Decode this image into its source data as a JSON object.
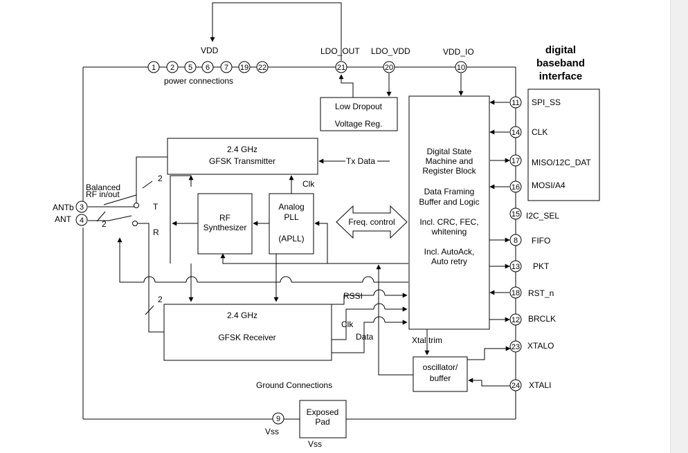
{
  "supply": {
    "vdd": "VDD",
    "ldo_out": "LDO_OUT",
    "ldo_vdd": "LDO_VDD",
    "vdd_io": "VDD_IO",
    "power_connections": "power connections",
    "vdd_pins": [
      "1",
      "2",
      "5",
      "6",
      "7",
      "19",
      "22"
    ],
    "ldo_out_pin": "21",
    "ldo_vdd_pin": "20",
    "vdd_io_pin": "10"
  },
  "ldo": {
    "line1": "Low Dropout",
    "line2": "Voltage Reg."
  },
  "transmitter": {
    "line1": "2.4 GHz",
    "line2": "GFSK Transmitter"
  },
  "receiver": {
    "line1": "2.4 GHz",
    "line2": "GFSK Receiver"
  },
  "synth": {
    "line1": "RF",
    "line2": "Synthesizer"
  },
  "pll": {
    "line1": "Analog",
    "line2": "PLL",
    "line3": "(APLL)"
  },
  "state_machine": {
    "lines": [
      "Digital State",
      "Machine and",
      "Register Block",
      "Data Framing",
      "Buffer and Logic",
      "Incl. CRC, FEC,",
      "whitening",
      "Incl. AutoAck,",
      "Auto retry"
    ]
  },
  "oscillator": {
    "line1": "oscillator/",
    "line2": "buffer"
  },
  "exposed_pad": {
    "line1": "Exposed",
    "line2": "Pad",
    "vss": "Vss"
  },
  "signals": {
    "tx_data": "Tx Data",
    "clk_top": "Clk",
    "freq_control": "Freq. control",
    "rssi": "RSSI",
    "clk_rx": "Clk",
    "data_rx": "Data",
    "xtal_trim": "Xtal trim",
    "ground_connections": "Ground Connections",
    "vss_pin_label": "Vss",
    "vss_pin": "9"
  },
  "rf": {
    "balanced_line1": "Balanced",
    "balanced_line2": "RF in/out",
    "antb": "ANTb",
    "ant": "ANT",
    "antb_pin": "3",
    "ant_pin": "4",
    "t": "T",
    "r": "R",
    "bus_width_tx": "2",
    "bus_width_sw": "2",
    "bus_width_rx": "2"
  },
  "baseband": {
    "title_line1": "digital",
    "title_line2": "baseband",
    "title_line3": "interface",
    "box_signals": [
      "SPI_SS",
      "CLK",
      "MISO/12C_DAT",
      "MOSI/A4"
    ],
    "box_pins": [
      "11",
      "14",
      "17",
      "16"
    ],
    "other_signals": [
      "I2C_SEL",
      "FIFO",
      "PKT",
      "RST_n",
      "BRCLK",
      "XTALO",
      "XTALI"
    ],
    "other_pins": [
      "15",
      "8",
      "13",
      "18",
      "12",
      "23",
      "24"
    ]
  }
}
